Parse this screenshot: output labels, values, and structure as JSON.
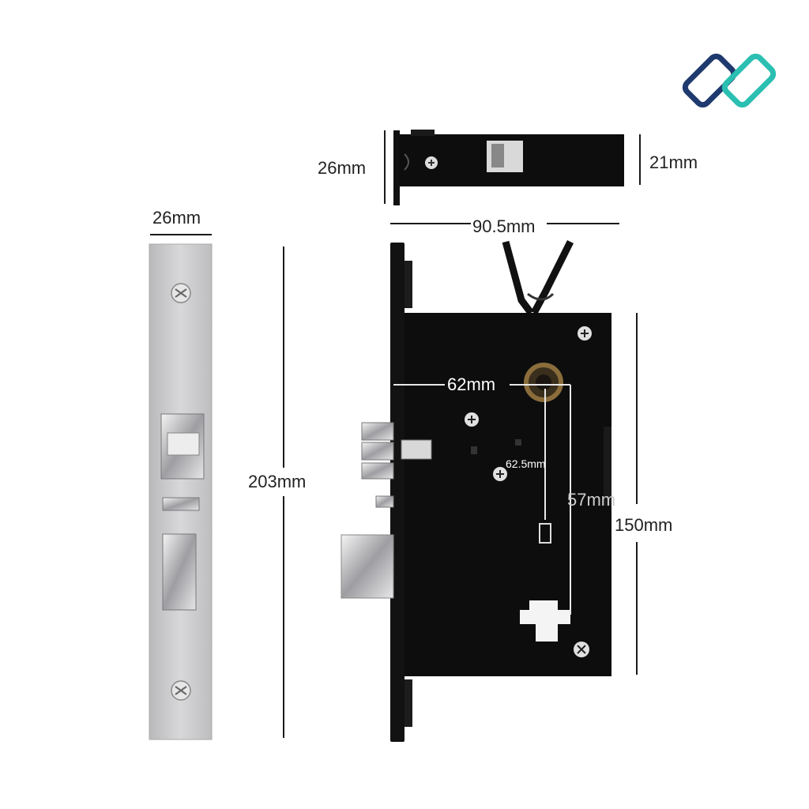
{
  "logo": {
    "icon": "interlocking-rhombus-logo",
    "colors": [
      "#1f3a6e",
      "#2bbfb2"
    ]
  },
  "dimensions": {
    "top_height_left": "26mm",
    "top_height_right": "21mm",
    "top_length": "90.5mm",
    "faceplate_width": "26mm",
    "faceplate_height": "203mm",
    "body_height": "150mm",
    "backset": "62mm",
    "handle_to_cylinder": "62.5mm",
    "handle_to_cylinder_overlap": "57mm"
  },
  "colors": {
    "lock_body": "#0d0d0d",
    "faceplate": "#c9c9cb",
    "dimension_line": "#1a1a1a",
    "spindle_ring": "#8a6d3b"
  }
}
